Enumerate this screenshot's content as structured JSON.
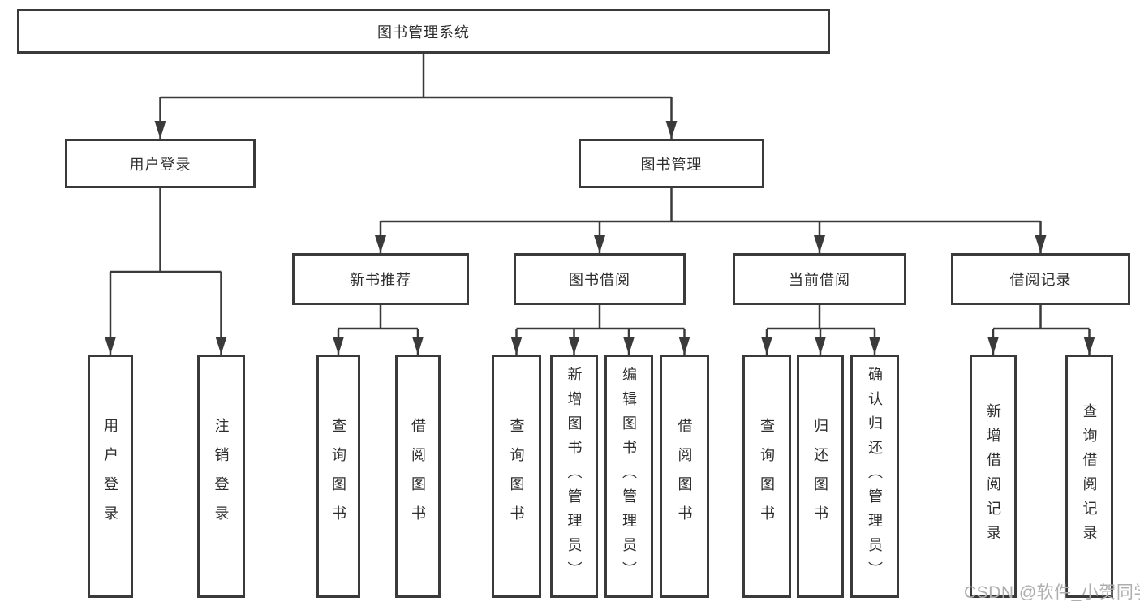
{
  "tree": {
    "label": "图书管理系统",
    "children": [
      {
        "label": "用户登录",
        "children": [
          {
            "label": "用户登录"
          },
          {
            "label": "注销登录"
          }
        ]
      },
      {
        "label": "图书管理",
        "children": [
          {
            "label": "新书推荐",
            "children": [
              {
                "label": "查询图书"
              },
              {
                "label": "借阅图书"
              }
            ]
          },
          {
            "label": "图书借阅",
            "children": [
              {
                "label": "查询图书"
              },
              {
                "label": "新增图书（管理员）"
              },
              {
                "label": "编辑图书（管理员）"
              },
              {
                "label": "借阅图书"
              }
            ]
          },
          {
            "label": "当前借阅",
            "children": [
              {
                "label": "查询图书"
              },
              {
                "label": "归还图书"
              },
              {
                "label": "确认归还（管理员）"
              }
            ]
          },
          {
            "label": "借阅记录",
            "children": [
              {
                "label": "新增借阅记录"
              },
              {
                "label": "查询借阅记录"
              }
            ]
          }
        ]
      }
    ]
  },
  "watermark": {
    "text": "CSDN @软件_小贺同学"
  },
  "colors": {
    "line": "#3a3a3a",
    "text": "#2e2e2e",
    "box_background": "#ffffff",
    "watermark": "#aeaeae",
    "background": "#ffffff"
  }
}
